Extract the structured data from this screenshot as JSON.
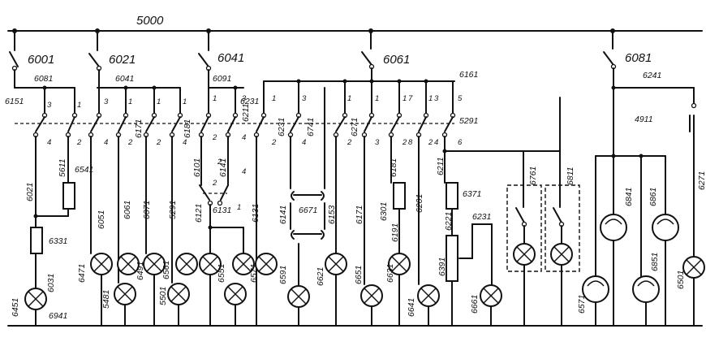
{
  "bus_label": "5000",
  "switch_labels": {
    "s1": "6001",
    "s2": "6021",
    "s3": "6041",
    "s4": "6061",
    "s5": "6081"
  },
  "wire_labels": {
    "w6081": "6081",
    "w6041": "6041",
    "w6091": "6091",
    "w6161": "6161",
    "w6241": "6241",
    "w6151": "6151",
    "w6171": "6171",
    "w6181": "6181",
    "w6211": "6211",
    "w6231": "6231",
    "w6741": "6741",
    "w6271": "6271",
    "w5291": "5291",
    "w4911": "4911",
    "w6021": "6021",
    "w5611": "5611",
    "w6541": "6541",
    "w6101": "6101",
    "w6141a": "6141",
    "w6121": "6121",
    "w6131a": "6131",
    "w6131b": "6131",
    "w6141b": "6141",
    "w6671": "6671",
    "w6153": "6153",
    "w6181b": "6181",
    "w6301": "6301",
    "w6191": "6191",
    "w6201": "6201",
    "w6211b": "6211",
    "w6371": "6371",
    "w6231b": "6231",
    "w6221": "6221",
    "w6391": "6391",
    "w6331": "6331",
    "w6051": "6051",
    "w6061": "6061",
    "w6071": "6071",
    "w5291b": "5291",
    "w6171b": "6171",
    "w6761": "6761",
    "w6811": "6811",
    "w6271b": "6271",
    "w6941": "6941",
    "w5481": "5481",
    "w5501": "5501"
  },
  "component_labels": {
    "l6451": "6451",
    "l6031": "6031",
    "l6471": "6471",
    "l6491": "6491",
    "l6561": "6561",
    "l6551": "6551",
    "l6571": "6571",
    "l6591": "6591",
    "l6621": "6621",
    "l6651": "6651",
    "l6631": "6631",
    "l6641": "6641",
    "l6661": "6661",
    "l6571b": "6571",
    "l6841": "6841",
    "l6851": "6851",
    "l6861": "6861",
    "l6501": "6501"
  },
  "pin_labels": {
    "p1": "3",
    "p2": "1",
    "p3": "4",
    "p4": "2",
    "p5": "3",
    "p6": "1",
    "p7": "4",
    "p8": "2",
    "p9": "1",
    "p10": "1",
    "p11": "2",
    "p12": "4",
    "p13": "3",
    "p14": "1",
    "p15": "4",
    "p16": "2",
    "p17": "1",
    "p18": "3",
    "p19": "2",
    "p20": "4",
    "p21": "2",
    "p22": "4",
    "p23": "1",
    "p24": "1",
    "p25": "2",
    "p26": "3",
    "p27": "1",
    "p28": "1",
    "p29": "7",
    "p30": "3",
    "p31": "5",
    "p32": "2",
    "p33": "2",
    "p34": "8",
    "p35": "4",
    "p36": "6",
    "p37": "2",
    "p38": "1"
  }
}
